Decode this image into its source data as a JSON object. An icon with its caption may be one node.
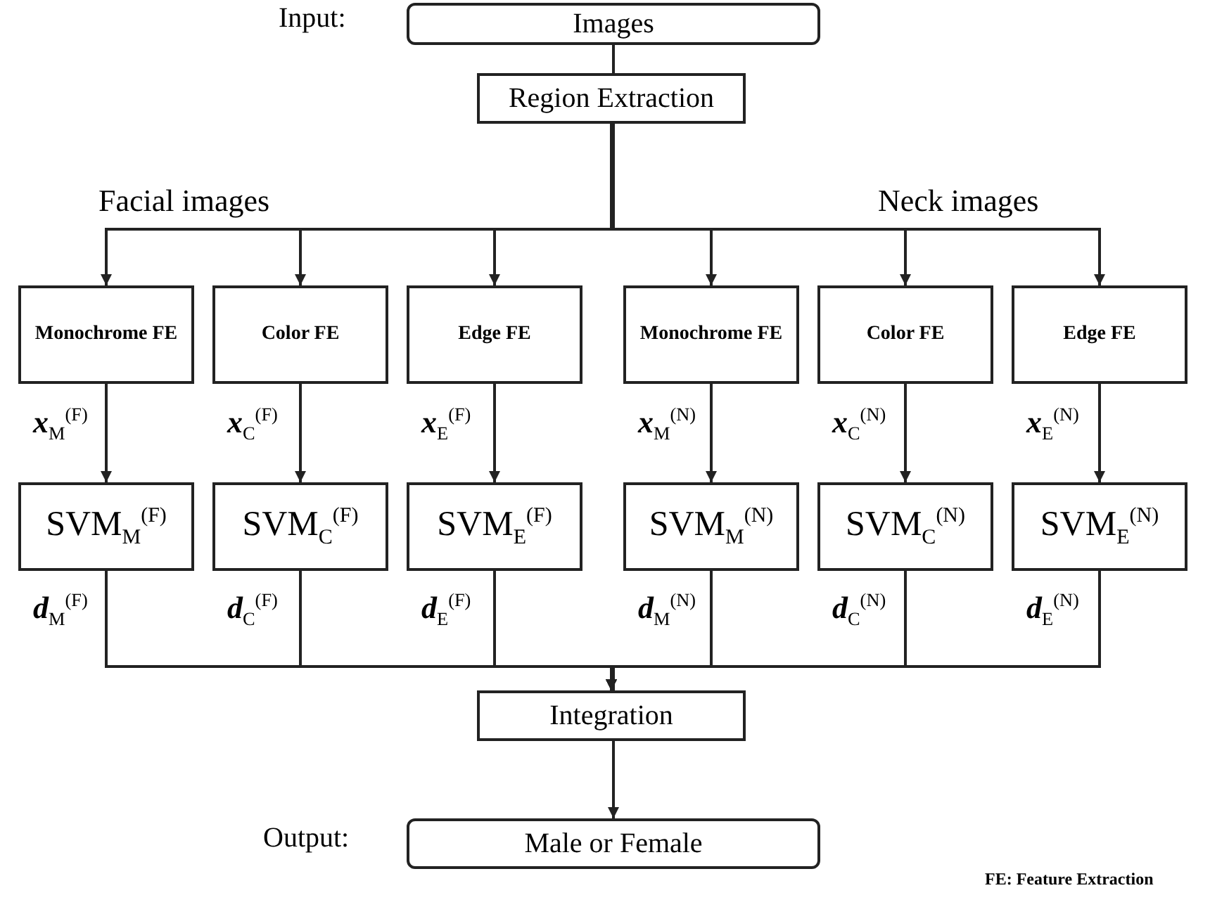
{
  "diagram": {
    "nodes": [
      {
        "text": [
          "Images"
        ],
        "beside": [
          "Input:"
        ]
      },
      {
        "text": [
          "Region Extraction"
        ]
      },
      {
        "text": [
          "Monochrome FE"
        ]
      },
      {
        "text": [
          "Color FE"
        ]
      },
      {
        "text": [
          "Edge FE"
        ]
      },
      {
        "text": [
          "Monochrome FE"
        ]
      },
      {
        "text": [
          "Color FE"
        ]
      },
      {
        "text": [
          "Edge FE"
        ]
      },
      {
        "text": [
          "SVM$_{M}$$^{(F)}$"
        ]
      },
      {
        "text": [
          "SVM$_{C}$$^{(F)}$"
        ]
      },
      {
        "text": [
          "SVM$_{E}$$^{(F)}$"
        ]
      },
      {
        "text": [
          "SVM$_{M}$$^{(N)}$"
        ]
      },
      {
        "text": [
          "SVM$_{C}$$^{(N)}$"
        ]
      },
      {
        "text": [
          "SVM$_{E}$$^{(N)}$"
        ]
      },
      {
        "text": [
          "Integration"
        ]
      },
      {
        "text": [
          "Male or Female"
        ],
        "beside": [
          "Output:"
        ]
      }
    ],
    "edges": [
      {
        "from": 0,
        "to": 1,
        "arrow": "to"
      },
      {
        "from": 1,
        "to": 2,
        "arrow": "to"
      },
      {
        "from": 1,
        "to": 3,
        "arrow": "to"
      },
      {
        "from": 1,
        "to": 4,
        "arrow": "to"
      },
      {
        "from": 1,
        "to": 5,
        "arrow": "to"
      },
      {
        "from": 1,
        "to": 6,
        "arrow": "to"
      },
      {
        "from": 1,
        "to": 7,
        "arrow": "to"
      },
      {
        "from": 2,
        "to": 8,
        "arrow": "to",
        "label": "**x**$_{M}$$^{(F)}$"
      },
      {
        "from": 3,
        "to": 9,
        "arrow": "to",
        "label": "**x**$_{C}$$^{(F)}$"
      },
      {
        "from": 4,
        "to": 10,
        "arrow": "to",
        "label": "**x**$_{E}$$^{(F)}$"
      },
      {
        "from": 5,
        "to": 11,
        "arrow": "to",
        "label": "**x**$_{M}$$^{(N)}$"
      },
      {
        "from": 6,
        "to": 12,
        "arrow": "to",
        "label": "**x**$_{C}$$^{(N)}$"
      },
      {
        "from": 7,
        "to": 13,
        "arrow": "to",
        "label": "**x**$_{E}$$^{(N)}$"
      },
      {
        "from": 8,
        "to": 14,
        "arrow": "to",
        "label": "**d**$_{M}$$^{(F)}$"
      },
      {
        "from": 9,
        "to": 14,
        "arrow": "to",
        "label": "**d**$_{C}$$^{(F)}$"
      },
      {
        "from": 10,
        "to": 14,
        "arrow": "to",
        "label": "**d**$_{E}$$^{(F)}$"
      },
      {
        "from": 11,
        "to": 14,
        "arrow": "to",
        "label": "**d**$_{M}$$^{(N)}$"
      },
      {
        "from": 12,
        "to": 14,
        "arrow": "to",
        "label": "**d**$_{C}$$^{(N)}$"
      },
      {
        "from": 13,
        "to": 14,
        "arrow": "to",
        "label": "**d**$_{E}$$^{(N)}$"
      },
      {
        "from": 14,
        "to": 15,
        "arrow": "to"
      }
    ],
    "labels": [
      "Facial images",
      "Neck images",
      "FE: Feature Extraction"
    ]
  }
}
